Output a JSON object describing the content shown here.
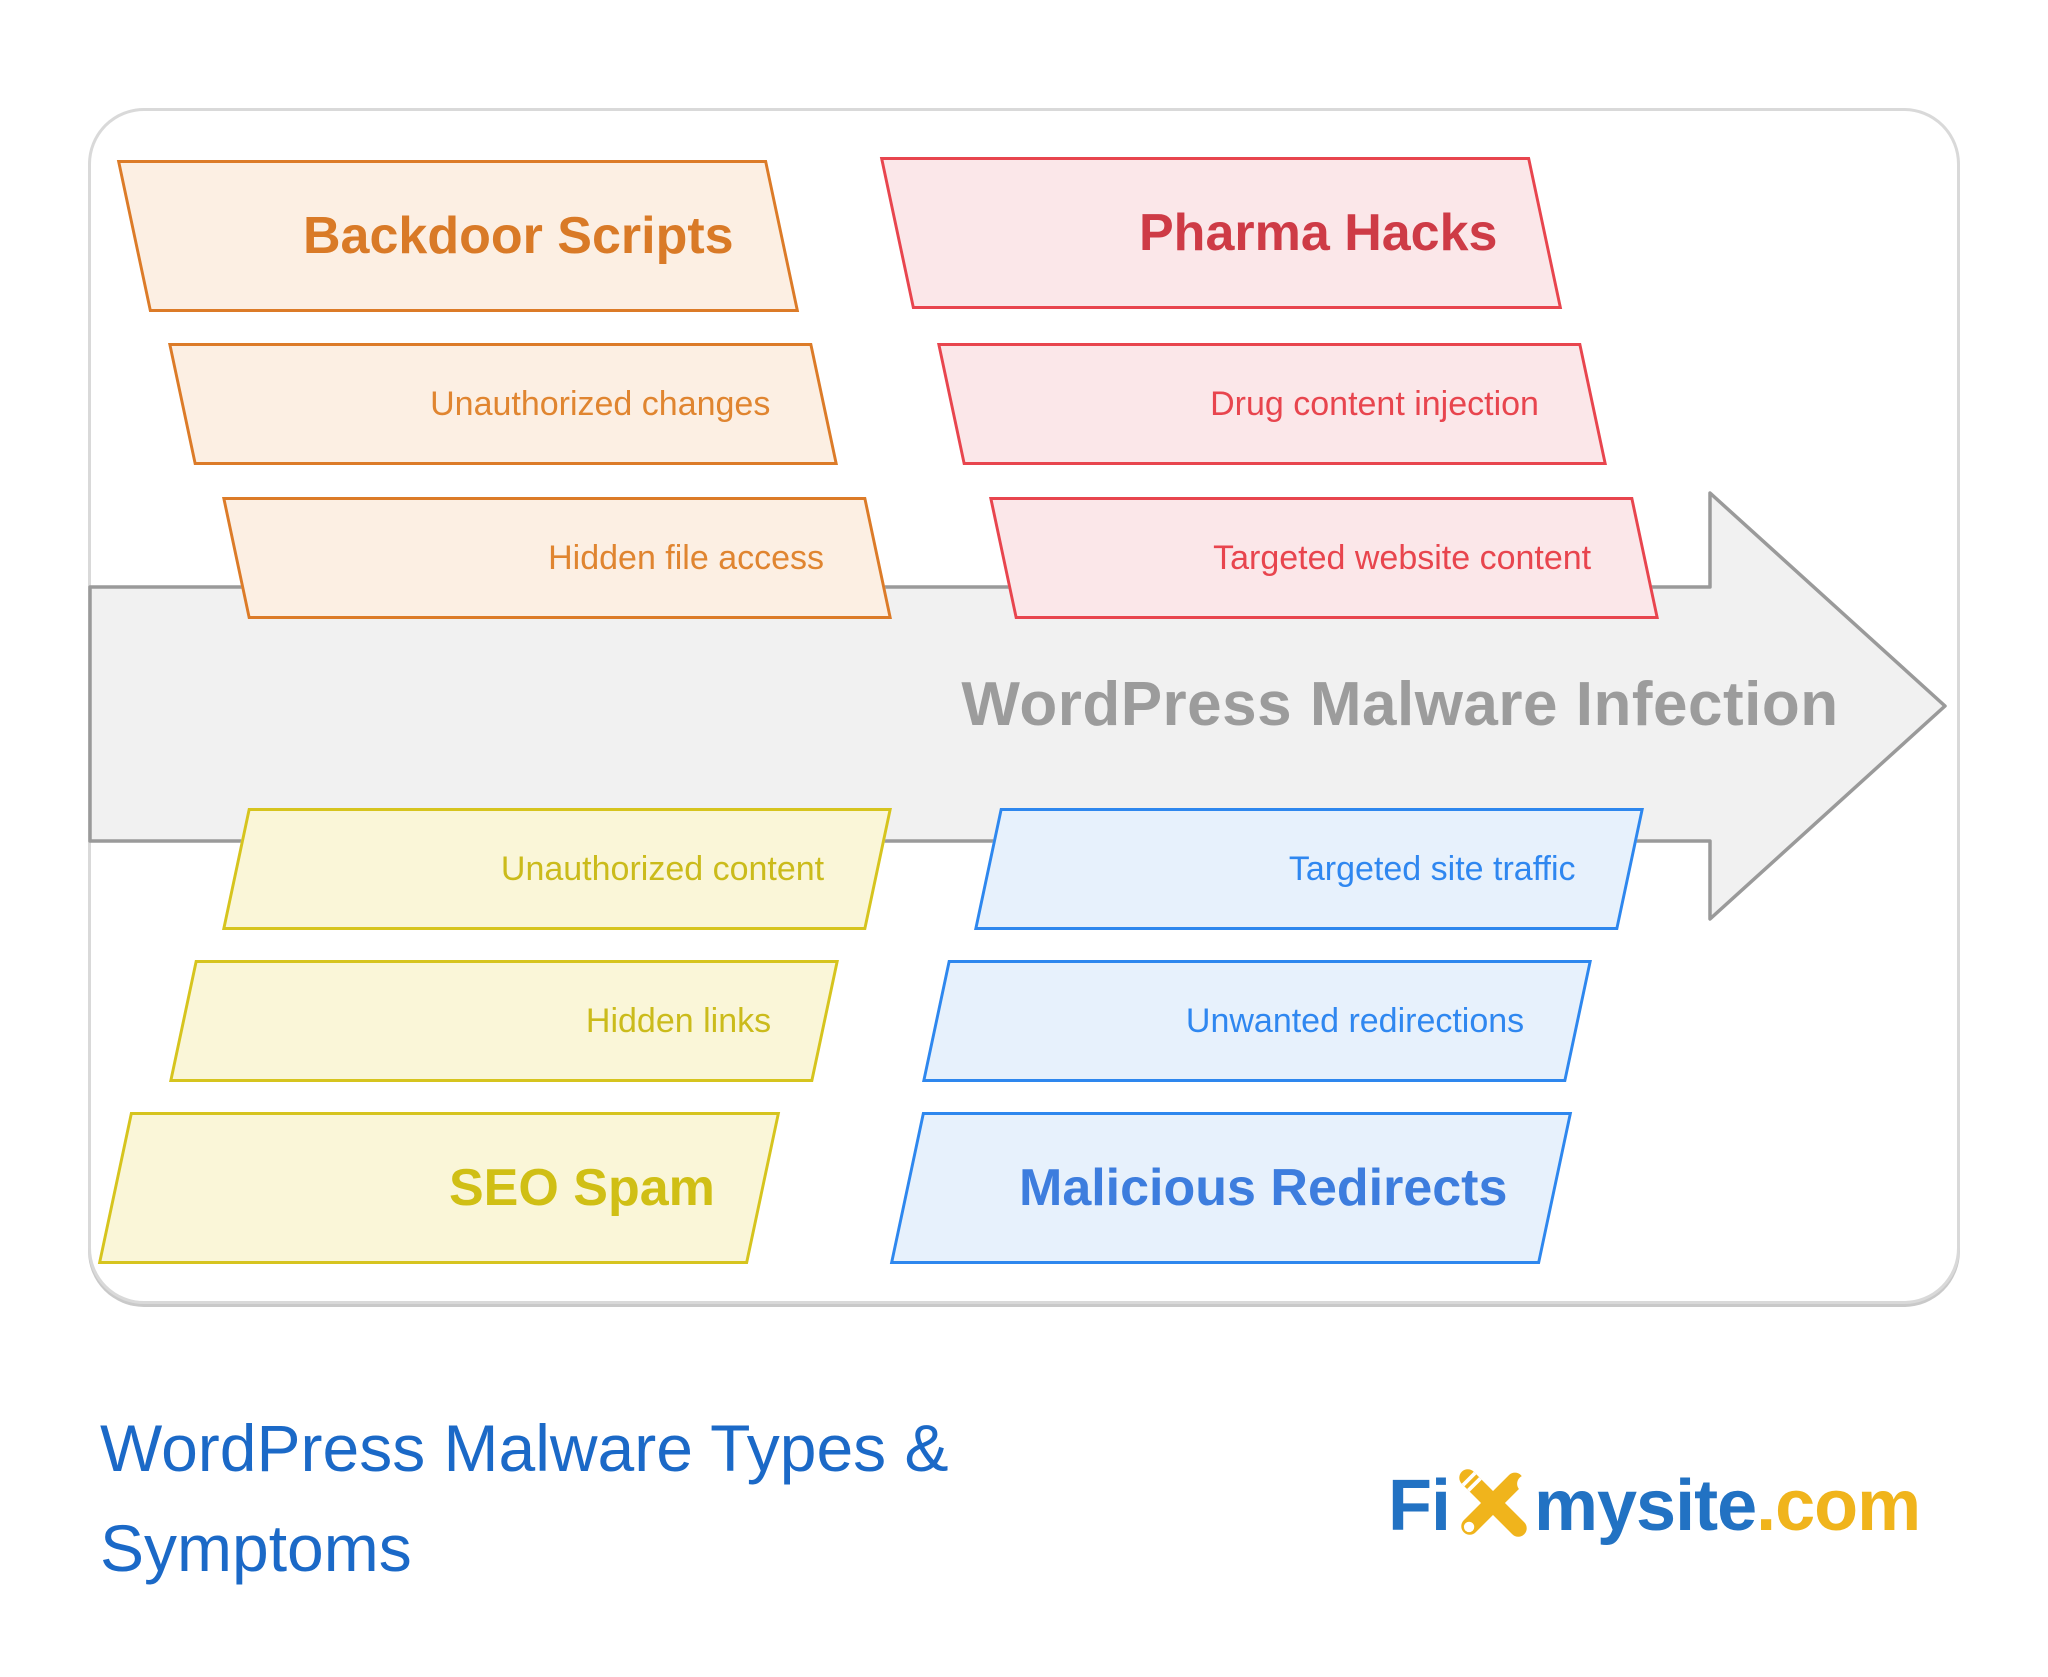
{
  "diagram": {
    "center_arrow": {
      "label": "WordPress Malware Infection",
      "fill": "#f1f1f1",
      "stroke": "#9a9a9a",
      "label_color": "#9c9c9c"
    },
    "groups": [
      {
        "name": "Backdoor Scripts",
        "position": "top-left",
        "accent": "#dc7b28",
        "fill": "#fcefe3",
        "header_label": "Backdoor Scripts",
        "symptoms": [
          "Unauthorized changes",
          "Hidden file access"
        ]
      },
      {
        "name": "Pharma Hacks",
        "position": "top-right",
        "accent": "#e8454e",
        "fill": "#fbe7e9",
        "header_label": "Pharma Hacks",
        "symptoms": [
          "Drug content injection",
          "Targeted website content"
        ]
      },
      {
        "name": "SEO Spam",
        "position": "bottom-left",
        "accent": "#d6c41e",
        "fill": "#faf6d8",
        "header_label": "SEO Spam",
        "symptoms": [
          "Unauthorized content",
          "Hidden links"
        ]
      },
      {
        "name": "Malicious Redirects",
        "position": "bottom-right",
        "accent": "#2e87ee",
        "fill": "#e7f1fc",
        "header_label": "Malicious Redirects",
        "symptoms": [
          "Targeted site traffic",
          "Unwanted redirections"
        ]
      }
    ]
  },
  "footer": {
    "title_lines": [
      "WordPress Malware Types &",
      "Symptoms"
    ],
    "title_color": "#1b69c7",
    "logo": {
      "text_start": "Fi",
      "icon": "crossed-screwdriver-wrench",
      "text_middle": "mysite",
      "text_end": ".com",
      "blue": "#2272c3",
      "amber": "#f0b41c"
    }
  }
}
